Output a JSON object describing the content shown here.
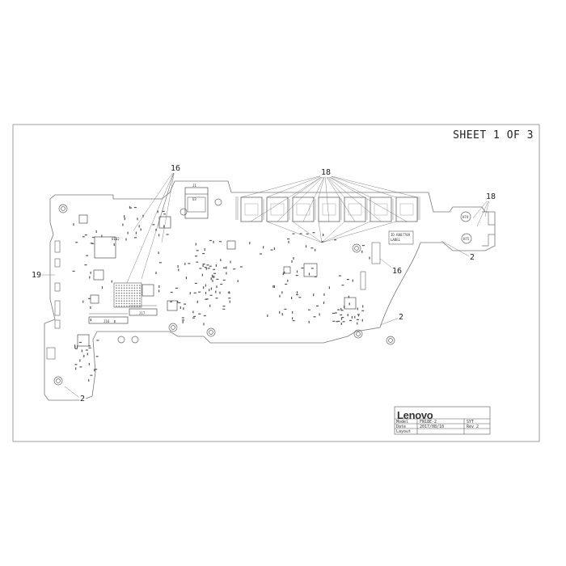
{
  "sheet_title": "SHEET 1 OF 3",
  "callouts": {
    "c16_top": "16",
    "c18_top": "18",
    "c18_right": "18",
    "c19_left": "19",
    "c16_right": "16",
    "c2_right_upper": "2",
    "c2_right_lower": "2",
    "c2_bottom_left": "2"
  },
  "component_labels": {
    "u_center": "U3",
    "j_top": "J1",
    "j_bottom_left": "J16",
    "j_bottom_mid": "J17",
    "u_left": "U102",
    "label_box_line1": "ID R887709",
    "label_box_line2": "LABEL",
    "h_right_1": "H74",
    "h_right_2": "H75"
  },
  "title_block": {
    "brand": "Lenovo",
    "rows": [
      {
        "key": "Model",
        "value": "FN18E-2",
        "extra": "SYT"
      },
      {
        "key": "Date",
        "value": "2017/08/10",
        "extra": "Rev 2"
      },
      {
        "key": "Layout",
        "value": "",
        "extra": ""
      }
    ]
  }
}
